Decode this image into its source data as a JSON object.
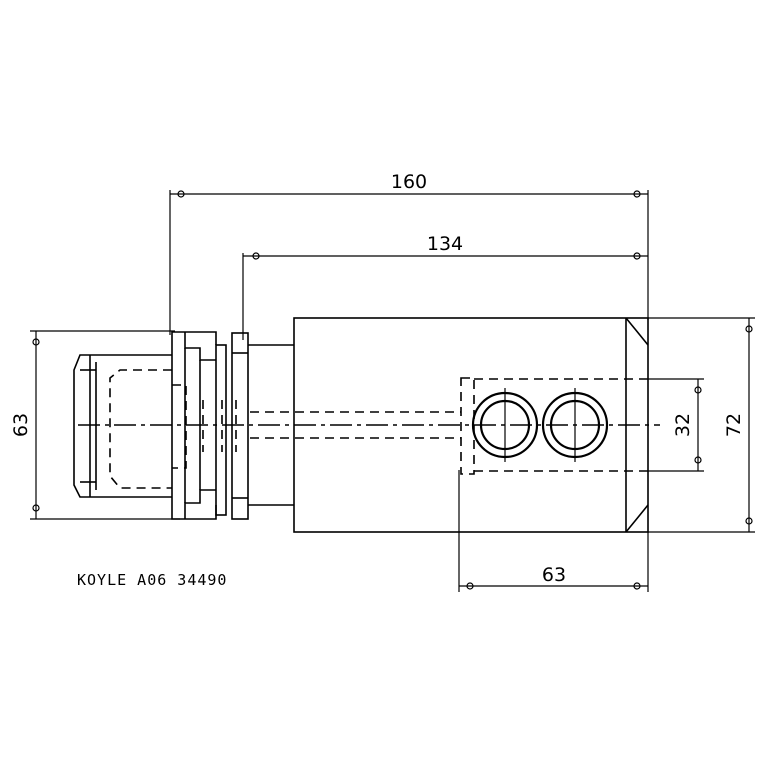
{
  "dimensions": {
    "overall_length": "160",
    "body_length": "134",
    "left_diameter": "63",
    "port_spacing": "32",
    "body_height": "72",
    "bottom_width": "63"
  },
  "note": "KOYLE  A06 34490"
}
